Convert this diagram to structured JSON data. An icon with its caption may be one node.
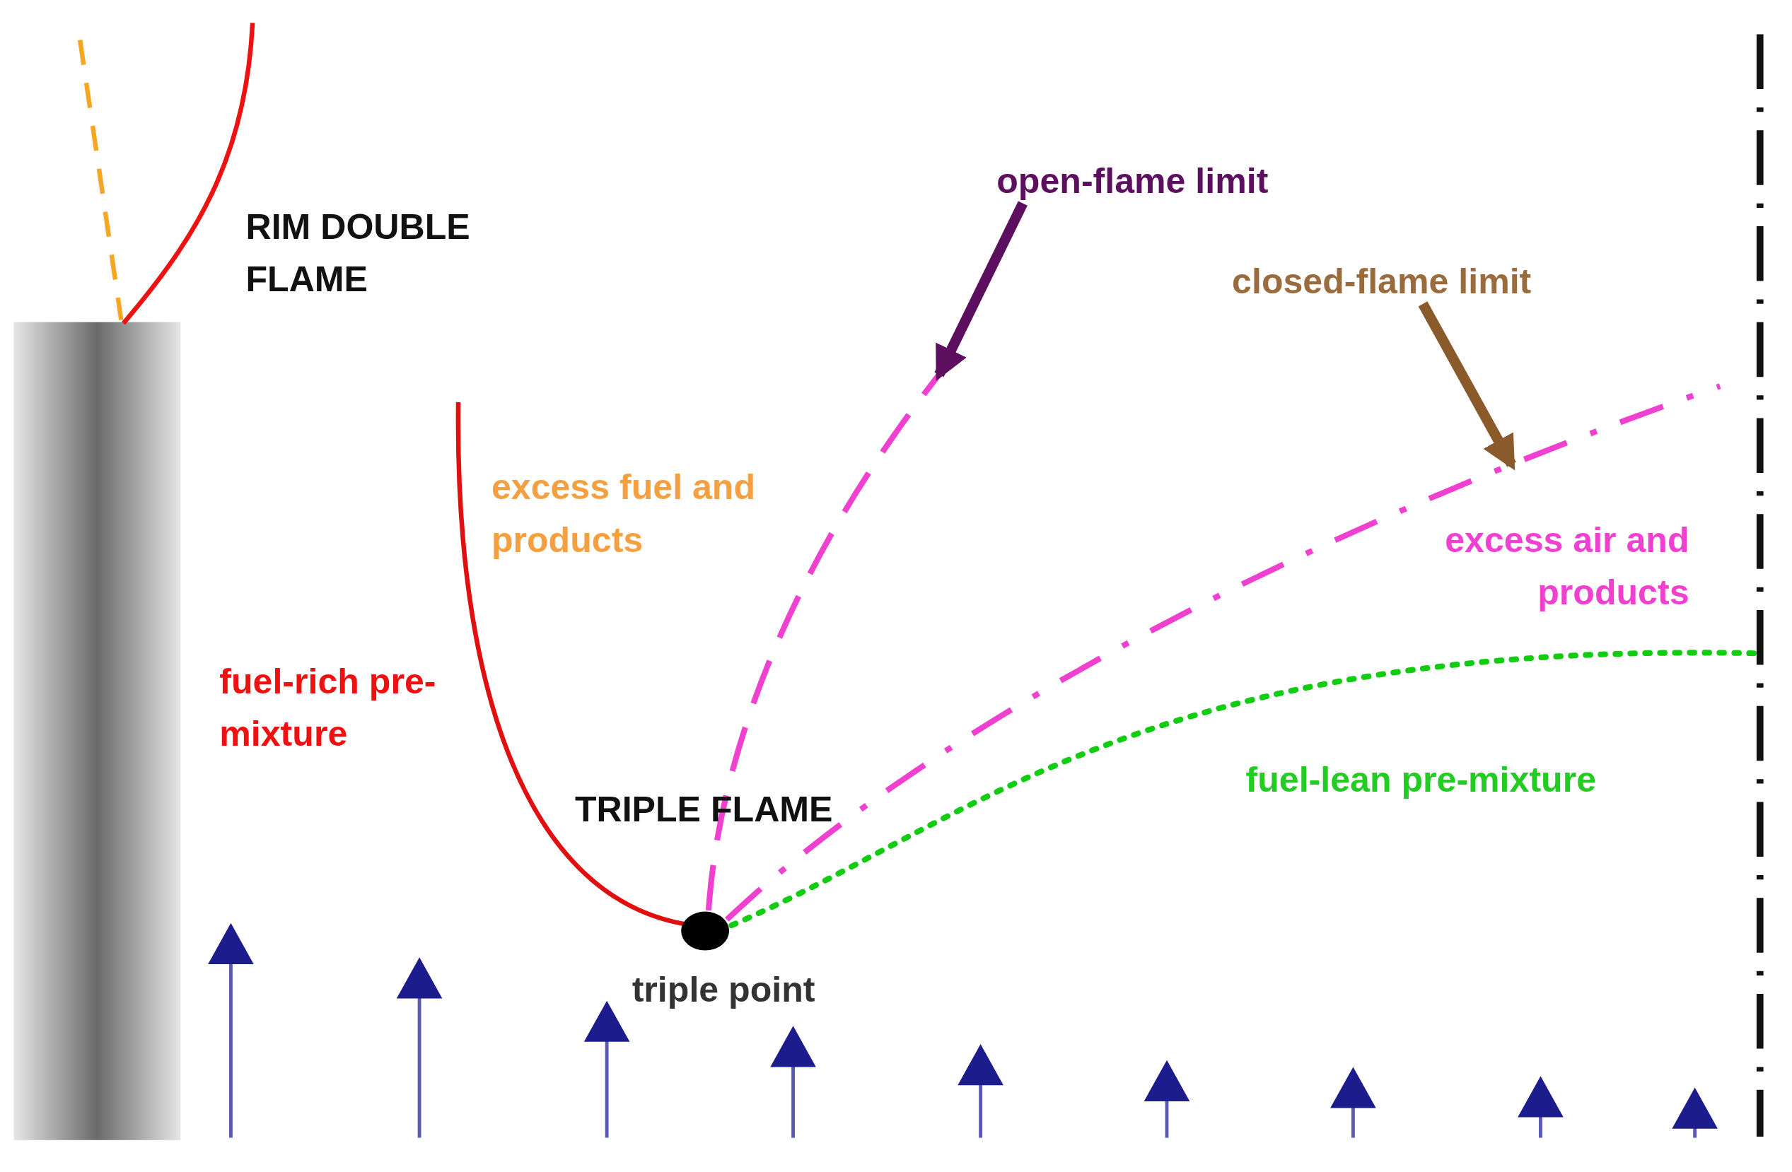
{
  "diagram": {
    "nodes": [
      {
        "text": [
          "open-flame limit"
        ]
      },
      {
        "text": [],
        "shape": "line"
      },
      {
        "text": [
          "closed-flame limit"
        ]
      },
      {
        "text": [],
        "shape": "line"
      }
    ],
    "edges": [
      {
        "from": 0,
        "to": 1,
        "arrow": "to",
        "color": "#5c0f5e"
      },
      {
        "from": 2,
        "to": 3,
        "arrow": "to",
        "color": "#8b5a2b"
      }
    ],
    "labels": [
      "RIM DOUBLE FLAME",
      "excess fuel and products",
      "excess air and products",
      "fuel-rich pre-mixture",
      "fuel-lean pre-mixture",
      "TRIPLE FLAME",
      "triple point"
    ]
  }
}
